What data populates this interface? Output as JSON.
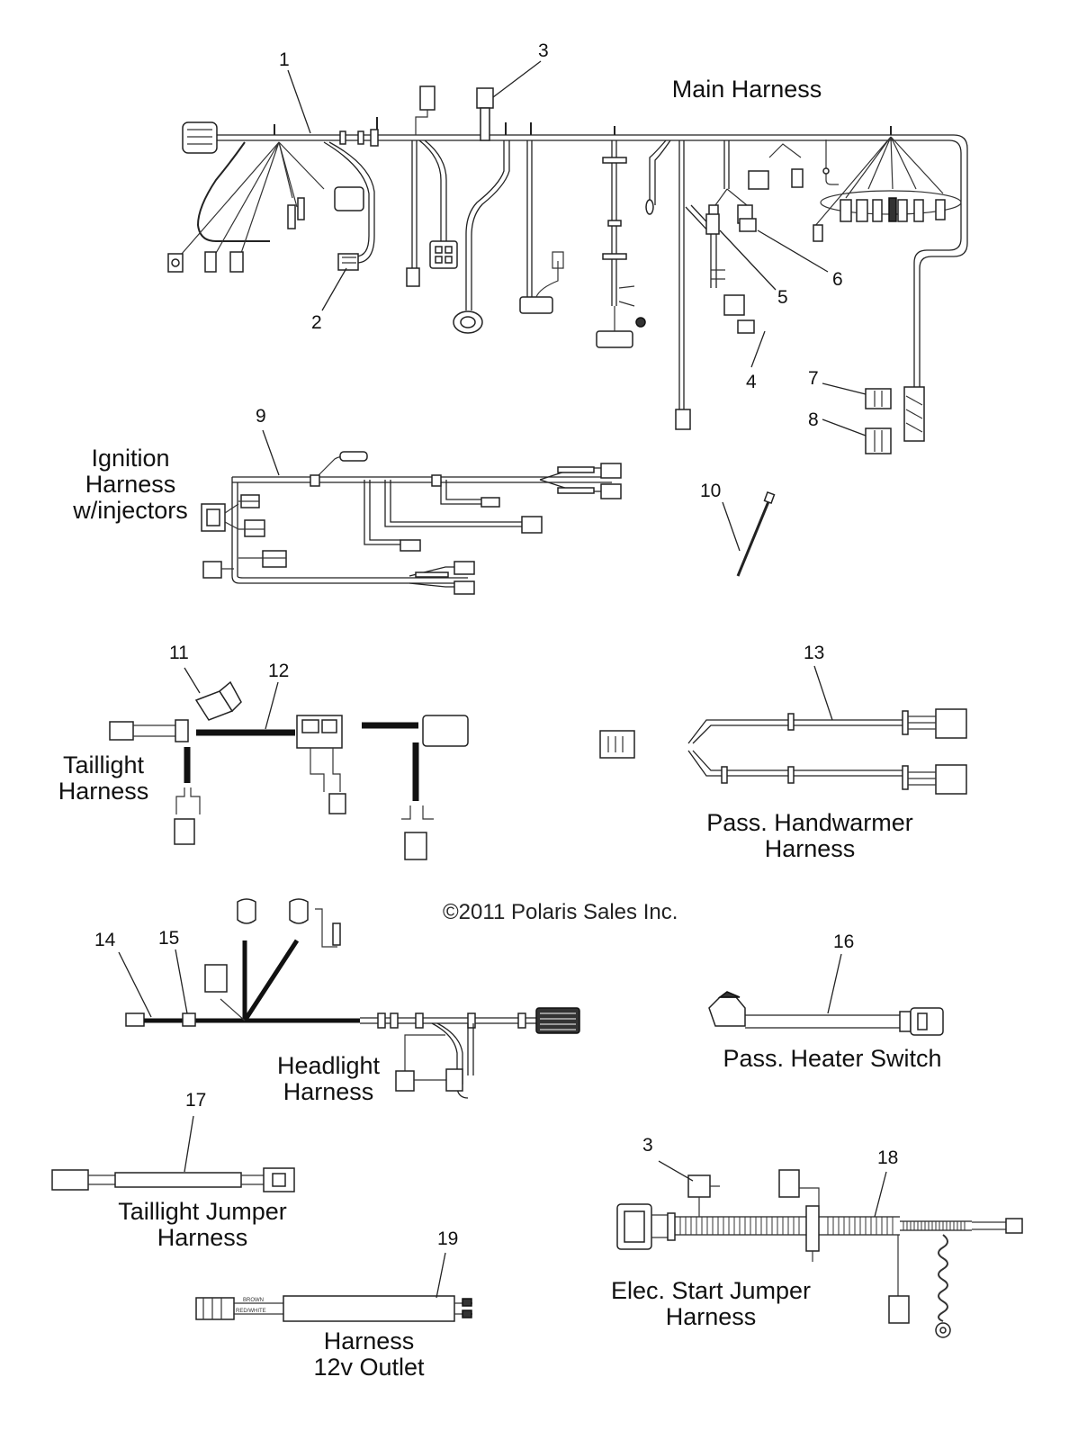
{
  "labels": {
    "main_harness": "Main Harness",
    "ignition_harness": [
      "Ignition",
      "Harness",
      "w/injectors"
    ],
    "taillight_harness": [
      "Taillight",
      "Harness"
    ],
    "pass_handwarmer_harness": [
      "Pass. Handwarmer",
      "Harness"
    ],
    "copyright": "©2011 Polaris Sales Inc.",
    "headlight_harness": [
      "Headlight",
      "Harness"
    ],
    "pass_heater_switch": "Pass. Heater Switch",
    "taillight_jumper_harness": [
      "Taillight Jumper",
      "Harness"
    ],
    "elec_start_jumper_harness": [
      "Elec. Start Jumper",
      "Harness"
    ],
    "harness_12v_outlet": [
      "Harness",
      "12v Outlet"
    ]
  },
  "callouts": {
    "c1": "1",
    "c2": "2",
    "c3": "3",
    "c4": "4",
    "c5": "5",
    "c6": "6",
    "c7": "7",
    "c8": "8",
    "c9": "9",
    "c10": "10",
    "c11": "11",
    "c12": "12",
    "c13": "13",
    "c14": "14",
    "c15": "15",
    "c16": "16",
    "c17": "17",
    "c18": "18",
    "c19": "19",
    "c3b": "3"
  },
  "wire_tags": {
    "outlet_brown": "BROWN",
    "outlet_red_white": "RED/WHITE"
  }
}
